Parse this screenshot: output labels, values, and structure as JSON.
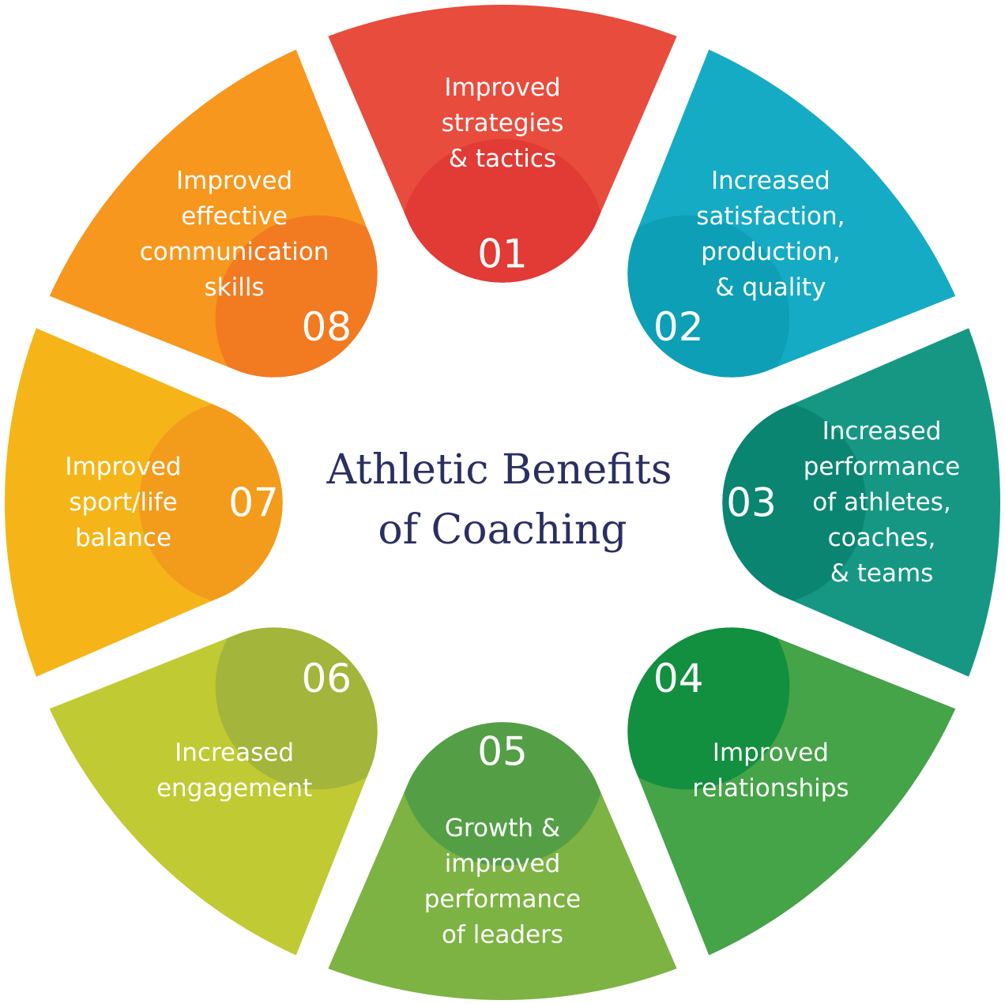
{
  "title_lines": [
    "Athletic Benefits",
    "of Coaching"
  ],
  "segments": [
    {
      "number": "01",
      "lines": [
        "Improved",
        "strategies",
        "& tactics"
      ],
      "color": "#e84c3d",
      "knob": "#e23a34"
    },
    {
      "number": "02",
      "lines": [
        "Increased",
        "satisfaction,",
        "production,",
        "& quality"
      ],
      "color": "#16abc4",
      "knob": "#0d9fb6"
    },
    {
      "number": "03",
      "lines": [
        "Increased",
        "performance",
        "of athletes,",
        "coaches,",
        "& teams"
      ],
      "color": "#159784",
      "knob": "#0a8572"
    },
    {
      "number": "04",
      "lines": [
        "Improved",
        "relationships"
      ],
      "color": "#45a348",
      "knob": "#128f3f"
    },
    {
      "number": "05",
      "lines": [
        "Growth &",
        "improved",
        "performance",
        "of leaders"
      ],
      "color": "#7cb342",
      "knob": "#549f46"
    },
    {
      "number": "06",
      "lines": [
        "Increased",
        "engagement"
      ],
      "color": "#c0ca33",
      "knob": "#a3b53a"
    },
    {
      "number": "07",
      "lines": [
        "Improved",
        "sport/life",
        "balance"
      ],
      "color": "#f5b518",
      "knob": "#f39c1c"
    },
    {
      "number": "08",
      "lines": [
        "Improved",
        "effective",
        "communication",
        "skills"
      ],
      "color": "#f7971e",
      "knob": "#f27a21"
    }
  ]
}
